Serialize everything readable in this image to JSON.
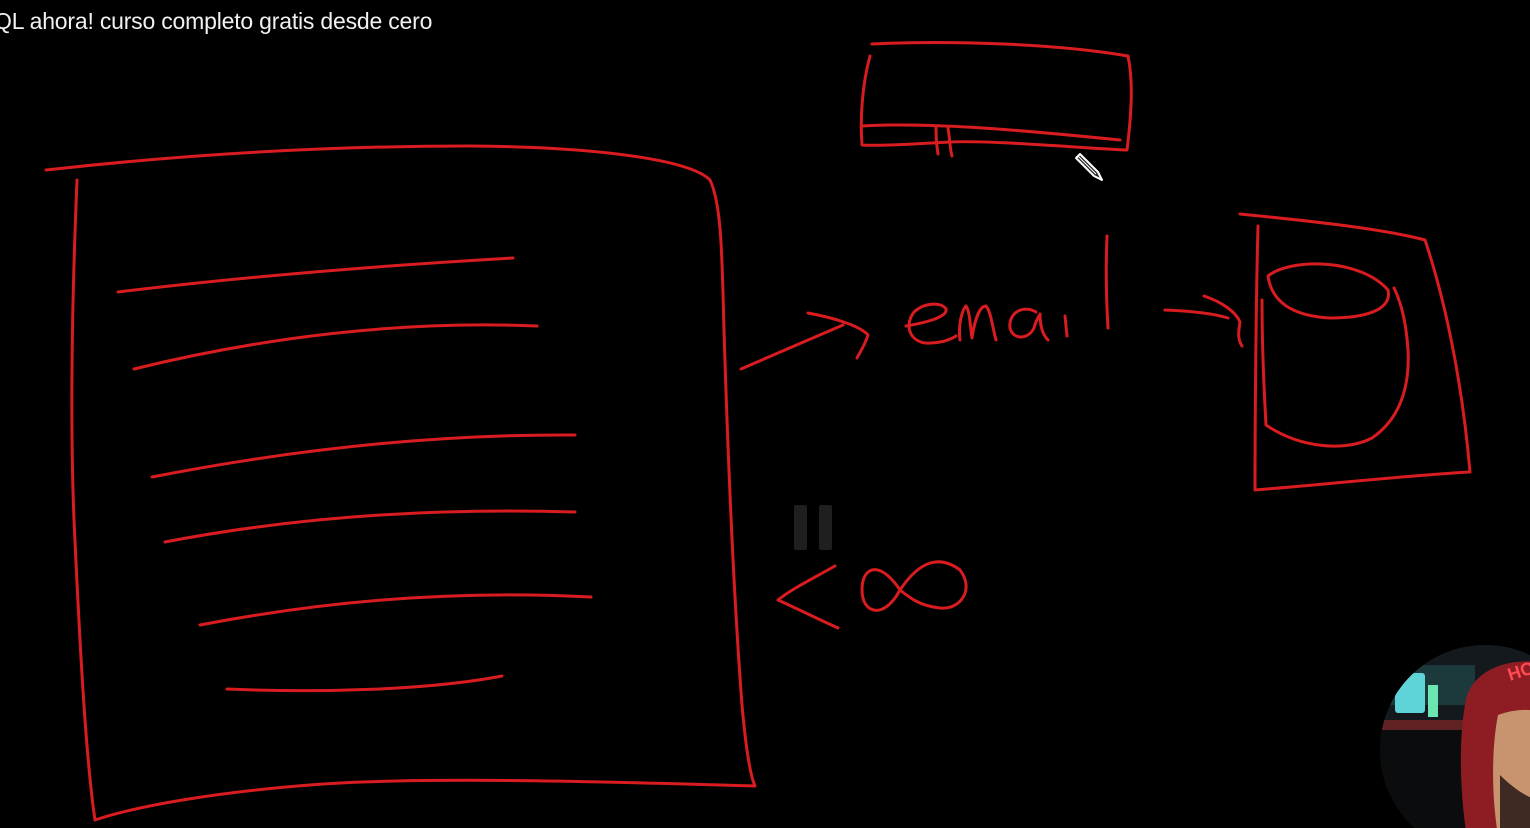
{
  "video": {
    "title": "QL ahora! curso completo gratis desde cero",
    "paused": true,
    "ink_color": "#d81c20",
    "background_color": "#000000"
  },
  "whiteboard": {
    "handwritten_words": [
      "email"
    ],
    "symbols": [
      "<",
      "∞"
    ]
  },
  "overlays": {
    "pause_icon": "pause-icon",
    "cursor_icon": "pen-cursor-icon",
    "webcam": "presenter-webcam"
  }
}
